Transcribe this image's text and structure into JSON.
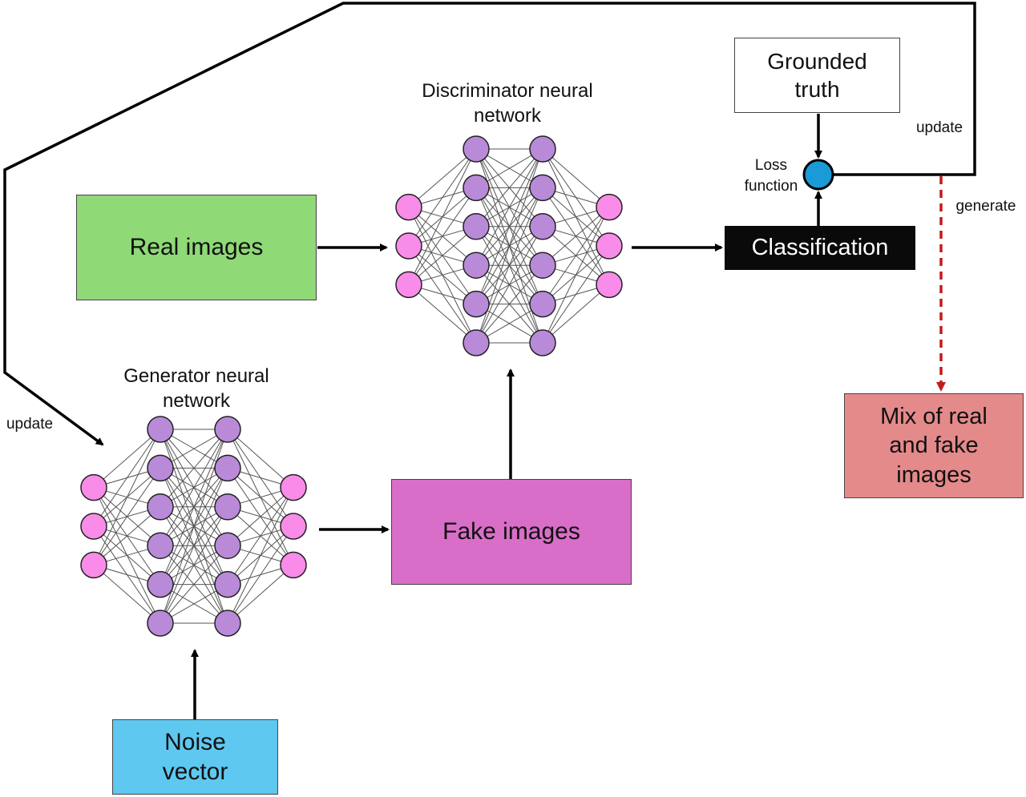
{
  "colors": {
    "real_images": "#8fd977",
    "fake_images": "#d96ec9",
    "noise_vector": "#5ec8f0",
    "mix_images": "#e48a8a",
    "classification": "#0a0a0a",
    "loss_node": "#1a9ad6",
    "neuron_io": "#f98ce8",
    "neuron_hidden": "#b98ad8",
    "generate_arrow": "#c41a1a"
  },
  "boxes": {
    "real_images": "Real images",
    "fake_images": "Fake images",
    "noise_vector": "Noise vector",
    "grounded_truth": "Grounded truth",
    "classification": "Classification",
    "mix": "Mix of real and fake images"
  },
  "networks": {
    "discriminator": {
      "title": "Discriminator neural network",
      "layers": [
        3,
        6,
        6,
        3
      ]
    },
    "generator": {
      "title": "Generator neural network",
      "layers": [
        3,
        6,
        6,
        3
      ]
    }
  },
  "labels": {
    "loss_function": "Loss function",
    "update_top": "update",
    "update_left": "update",
    "generate": "generate"
  }
}
